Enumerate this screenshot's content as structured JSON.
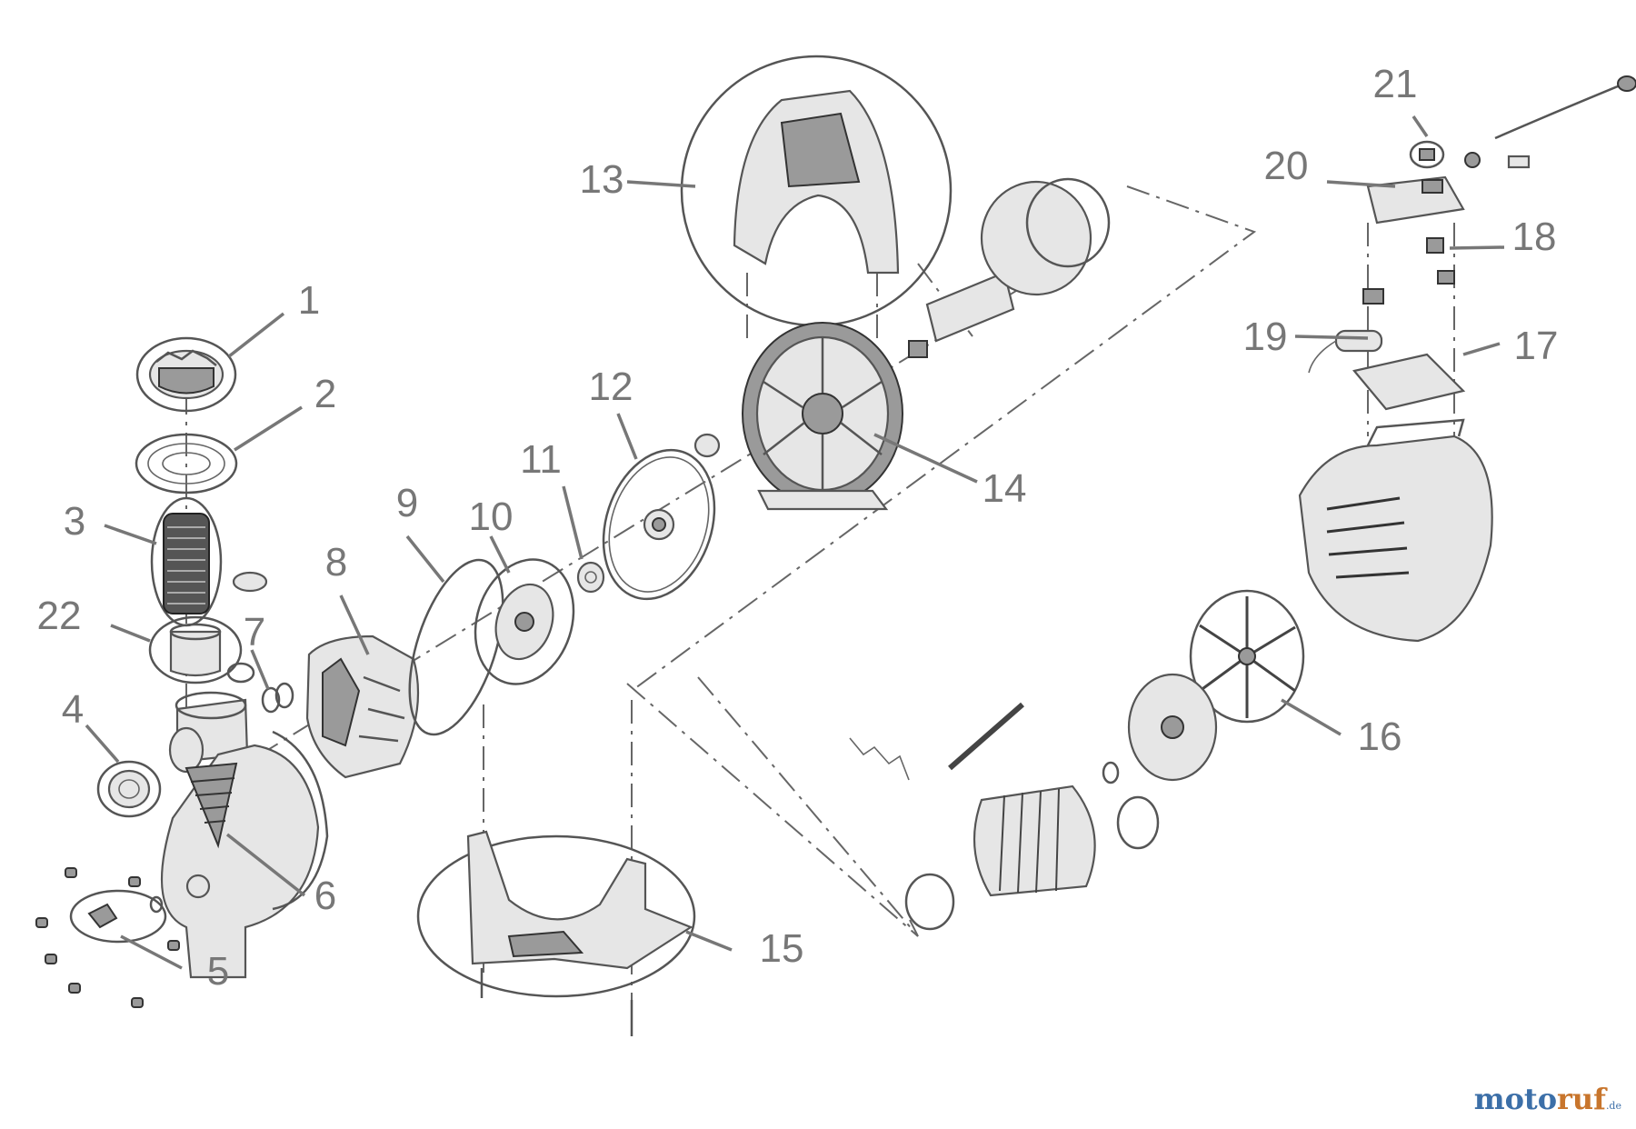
{
  "diagram": {
    "part_numbers": [
      "1",
      "2",
      "3",
      "4",
      "5",
      "6",
      "7",
      "8",
      "9",
      "10",
      "11",
      "12",
      "13",
      "14",
      "15",
      "16",
      "17",
      "18",
      "19",
      "20",
      "21",
      "22"
    ]
  },
  "watermark": {
    "brand_a": "moto",
    "brand_b": "ruf",
    "suffix": ".de"
  }
}
